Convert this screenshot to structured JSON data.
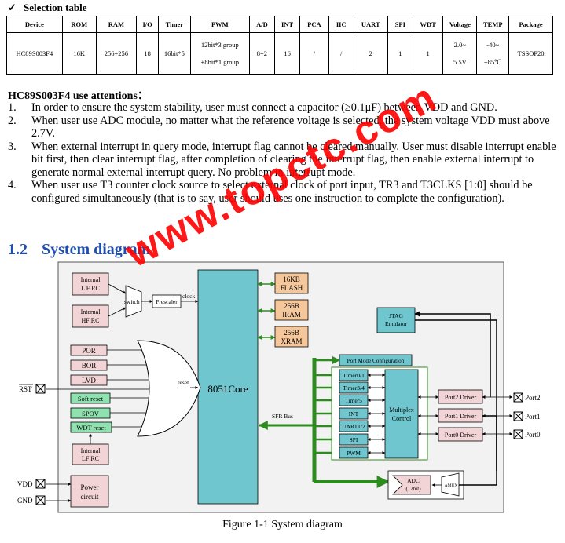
{
  "selection": {
    "title": "Selection table",
    "columns": [
      "Device",
      "ROM",
      "RAM",
      "I/O",
      "Timer",
      "PWM",
      "A/D",
      "INT",
      "PCA",
      "IIC",
      "UART",
      "SPI",
      "WDT",
      "Voltage",
      "TEMP",
      "Package"
    ],
    "row": {
      "device": "HC89S003F4",
      "rom": "16K",
      "ram": "256+256",
      "io": "18",
      "timer": "16bit*5",
      "pwm_1": "12bit*3 group",
      "pwm_2": "+8bit*1 group",
      "ad": "8+2",
      "int": "16",
      "pca": "/",
      "iic": "/",
      "uart": "2",
      "spi": "1",
      "wdt": "1",
      "voltage_1": "2.0~",
      "voltage_2": "5.5V",
      "temp_1": "-40~",
      "temp_2": "+85℃",
      "package": "TSSOP20"
    }
  },
  "attentions": {
    "title": "HC89S003F4 use attentions：",
    "items": [
      {
        "num": "1.",
        "text": "In order to ensure the system stability, user must connect a capacitor (≥0.1μF) between VDD and GND."
      },
      {
        "num": "2.",
        "text": "When user use ADC module, no matter what the reference voltage is selected, the system voltage VDD must above 2.7V."
      },
      {
        "num": "3.",
        "text": "When external interrupt in query mode, interrupt flag cannot be cleared manually. User must disable interrupt enable bit first, then clear interrupt flag, after completion of clearing the interrupt flag, then enable external interrupt to generate normal external interrupt query. No problem in interrupt mode."
      },
      {
        "num": "4.",
        "text": "When user use T3 counter clock source to select external clock of port input, TR3 and T3CLKS [1:0] should be configured simultaneously (that is to say, user should uses one instruction to complete the configuration)."
      }
    ]
  },
  "section": {
    "number": "1.2",
    "title": "System diagram"
  },
  "watermark": "www.topctc.com",
  "diagram": {
    "internal_lfrc": [
      "Internal",
      "L F RC"
    ],
    "internal_hfrc": [
      "Internal",
      "HF RC"
    ],
    "switch": "switch",
    "prescaler": "Prescaler",
    "clock": "clock",
    "core": "8051Core",
    "flash": [
      "16KB",
      "FLASH"
    ],
    "iram": [
      "256B",
      "IRAM"
    ],
    "xram": [
      "256B",
      "XRAM"
    ],
    "jtag": [
      "JTAG",
      "Emulator"
    ],
    "por": "POR",
    "bor": "BOR",
    "lvd": "LVD",
    "soft_reset": "Soft reset",
    "spov": "SPOV",
    "wdt_reset": "WDT reset",
    "internal_lfrc2": [
      "Internal",
      "LF RC"
    ],
    "reset": "reset",
    "rst_pin": "RST",
    "sfr_bus": "SFR Bus",
    "port_mode": "Port Mode Configuration",
    "periph": [
      "Timer0/1",
      "Timer3/4",
      "Timer5",
      "INT",
      "UART1/2",
      "SPI",
      "PWM"
    ],
    "mux": [
      "Multiplex",
      "Control"
    ],
    "port_drivers": [
      "Port2 Driver",
      "Port1 Driver",
      "Port0 Driver"
    ],
    "ports": [
      "Port2",
      "Port1",
      "Port0"
    ],
    "adc": [
      "ADC",
      "(12bit)"
    ],
    "amux": "AMUX",
    "vdd": "VDD",
    "gnd": "GND",
    "power": [
      "Power",
      "circuit"
    ]
  },
  "caption": "Figure 1-1 System diagram",
  "colors": {
    "pink": "#f2d4d6",
    "green": "#8fe2b0",
    "cyan": "#6fc6cf",
    "orange": "#f6c79a",
    "bus": "#2e8b20",
    "title_blue": "#1e4fb0",
    "watermark": "#ff0000"
  }
}
